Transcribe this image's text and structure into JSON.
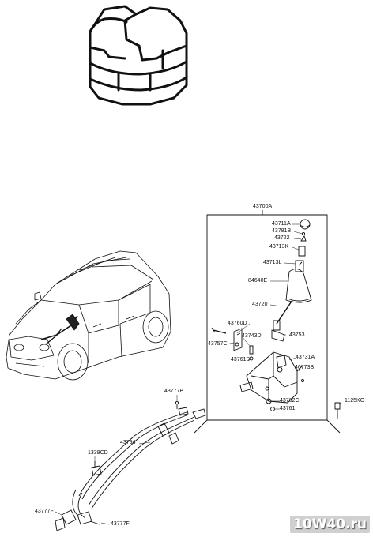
{
  "assembly_label": "43700A",
  "labels": {
    "p43711A": "43711A",
    "p43781B": "43781B",
    "p43722": "43722",
    "p43713K": "43713K",
    "p43713L": "43713L",
    "p84640E": "84640E",
    "p43720": "43720",
    "p43760D": "43760D",
    "p43753": "43753",
    "p43757C": "43757C",
    "p43743D": "43743D",
    "p43761D": "43761D",
    "p43731A": "43731A",
    "p46773B": "46773B",
    "p43777B": "43777B",
    "p1125KG": "1125KG",
    "p43762C": "43762C",
    "p43761": "43761",
    "p43794": "43794",
    "p1339CD": "1339CD",
    "p43777F_left": "43777F",
    "p43777F_right": "43777F"
  },
  "watermark": "10W40.ru"
}
